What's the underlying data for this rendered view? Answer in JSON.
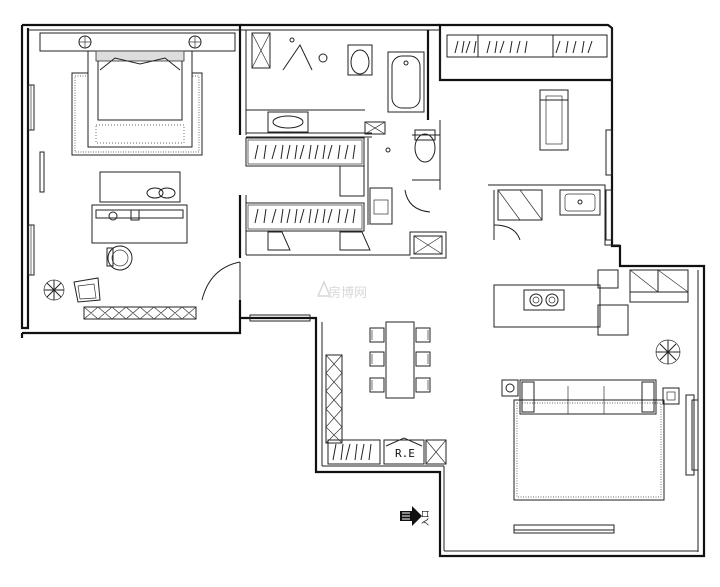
{
  "watermark": {
    "text": "房博网"
  },
  "fridge_label": "R.E",
  "entrance_label": "入口",
  "colors": {
    "line": "#111111",
    "watermark": "#d9d9d9",
    "background": "#ffffff"
  }
}
